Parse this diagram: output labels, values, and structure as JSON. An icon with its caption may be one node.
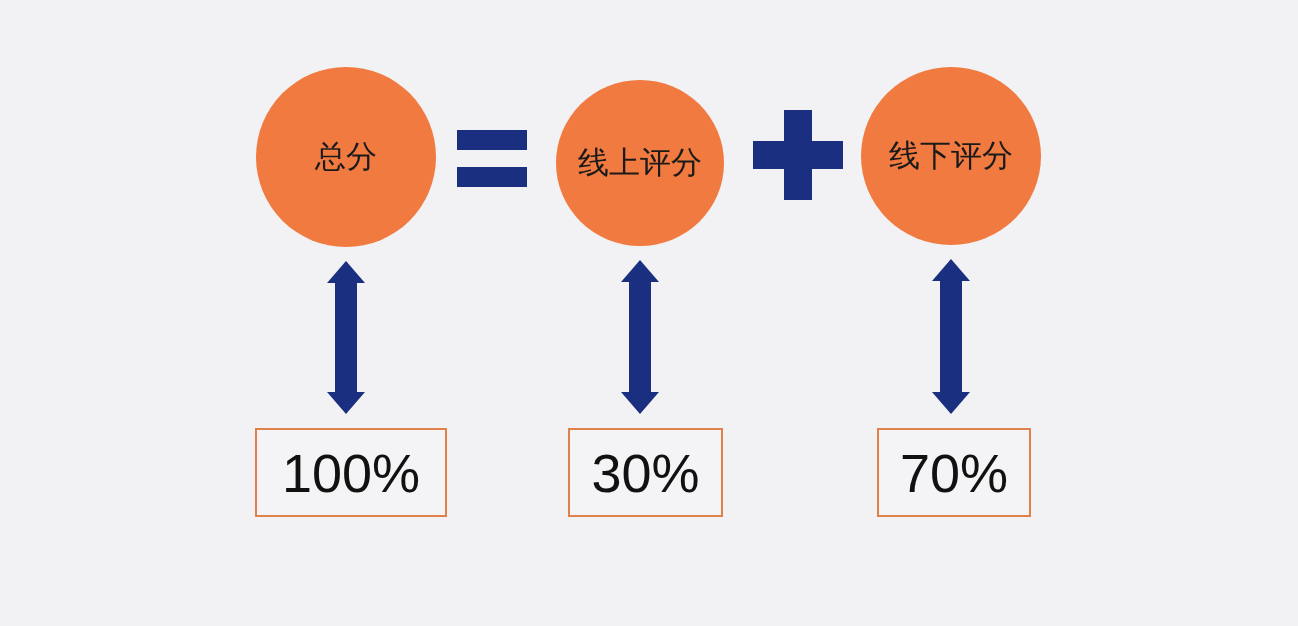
{
  "diagram": {
    "nodes": [
      {
        "text": [
          "总分"
        ]
      },
      {
        "text": [
          "线上评分"
        ]
      },
      {
        "text": [
          "线下评分"
        ]
      },
      {
        "text": [
          "100%"
        ]
      },
      {
        "text": [
          "30%"
        ]
      },
      {
        "text": [
          "70%"
        ]
      }
    ],
    "edges": [
      {
        "from": 0,
        "to": 3,
        "arrow": "both"
      },
      {
        "from": 1,
        "to": 4,
        "arrow": "both"
      },
      {
        "from": 2,
        "to": 5,
        "arrow": "both"
      }
    ]
  }
}
